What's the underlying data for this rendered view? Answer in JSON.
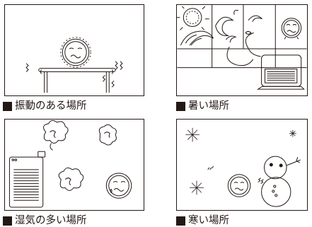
{
  "figures": [
    {
      "id": "vibration",
      "caption": "振動のある場所"
    },
    {
      "id": "hot",
      "caption": "暑い場所"
    },
    {
      "id": "humid",
      "caption": "湿気の多い場所"
    },
    {
      "id": "cold",
      "caption": "寒い場所"
    }
  ],
  "colors": {
    "ink": "#231815",
    "background": "#ffffff"
  }
}
